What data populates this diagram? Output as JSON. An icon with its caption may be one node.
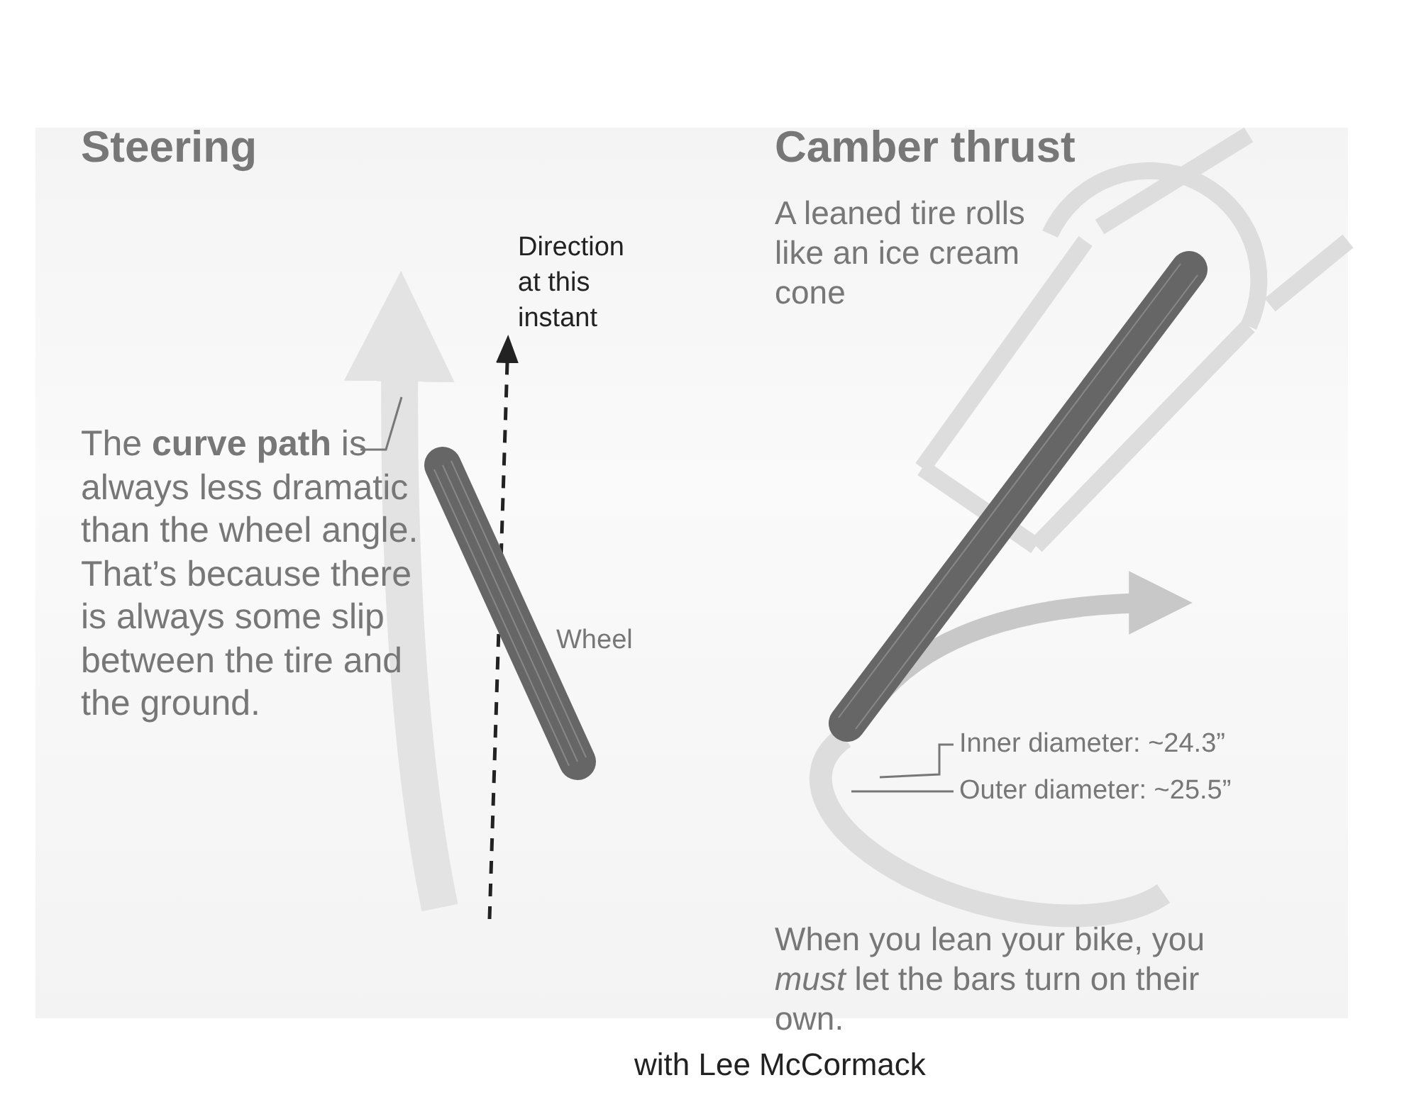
{
  "diagram": {
    "nodes": [
      {
        "text": [
          "The **curve path** is always less dramatic than the wheel angle. That’s because there is always some slip between the tire and the ground."
        ]
      },
      {
        "text": [
          "Inner diameter: ~24.3”"
        ]
      },
      {
        "text": [
          "Outer diameter: ~25.5”"
        ]
      }
    ],
    "edges": [
      {
        "from": 0,
        "to": null,
        "arrow": "none"
      },
      {
        "from": 1,
        "to": null,
        "arrow": "none"
      },
      {
        "from": 2,
        "to": null,
        "arrow": "none"
      }
    ],
    "labels": [
      "Steering",
      "Camber thrust",
      "Direction at this instant",
      "A leaned tire rolls like an ice cream cone",
      "Wheel",
      "When you lean your bike, you *must* let the bars turn on their own.",
      "with Lee McCormack"
    ]
  }
}
